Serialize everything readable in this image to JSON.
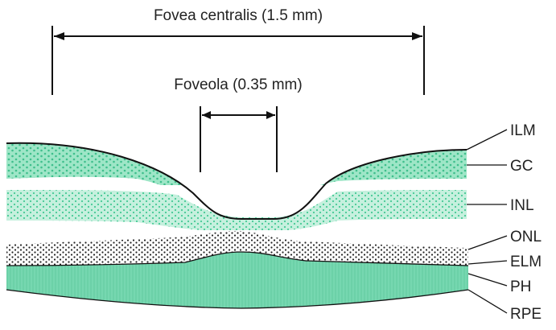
{
  "title": "Fovea centralis (1.5 mm)",
  "subtitle": "Foveola (0.35 mm)",
  "layers": [
    {
      "key": "ilm",
      "label": "ILM"
    },
    {
      "key": "gc",
      "label": "GC"
    },
    {
      "key": "inl",
      "label": "INL"
    },
    {
      "key": "onl",
      "label": "ONL"
    },
    {
      "key": "elm",
      "label": "ELM"
    },
    {
      "key": "ph",
      "label": "PH"
    },
    {
      "key": "rpe",
      "label": "RPE"
    }
  ],
  "colors": {
    "layer_green": "#7fd9b4",
    "dot_green": "#45c995",
    "photoreceptor_green": "#76d7b0",
    "outline": "#111111"
  }
}
